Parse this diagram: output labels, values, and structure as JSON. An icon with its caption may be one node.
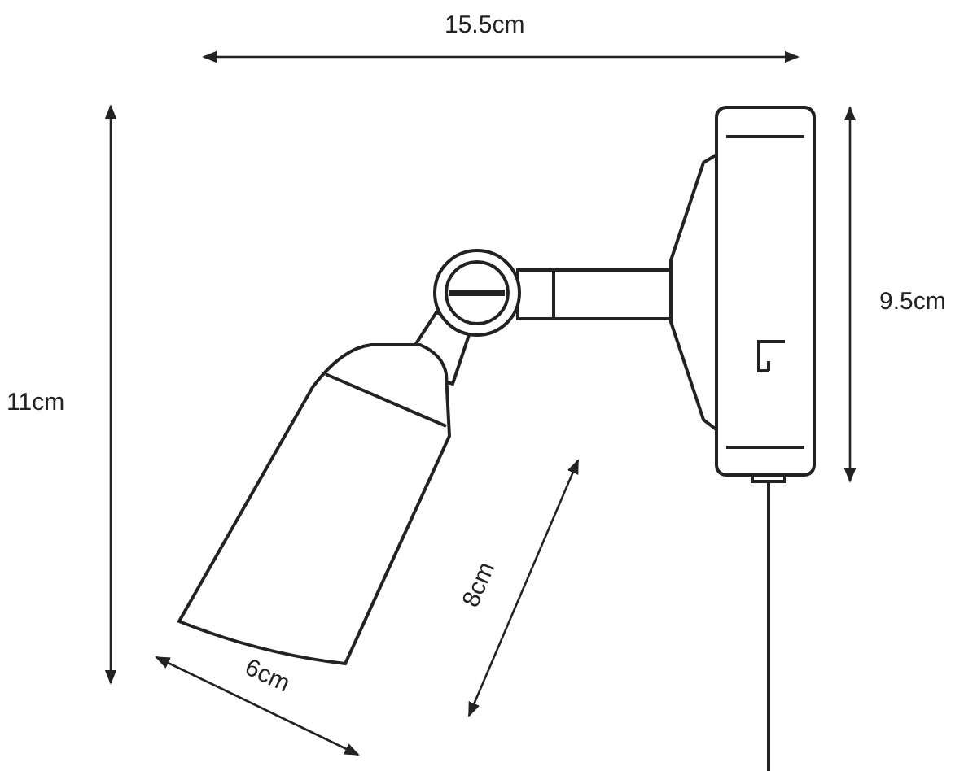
{
  "diagram": {
    "labels": [
      "15.5cm",
      "11cm",
      "9.5cm",
      "8cm",
      "6cm"
    ]
  }
}
